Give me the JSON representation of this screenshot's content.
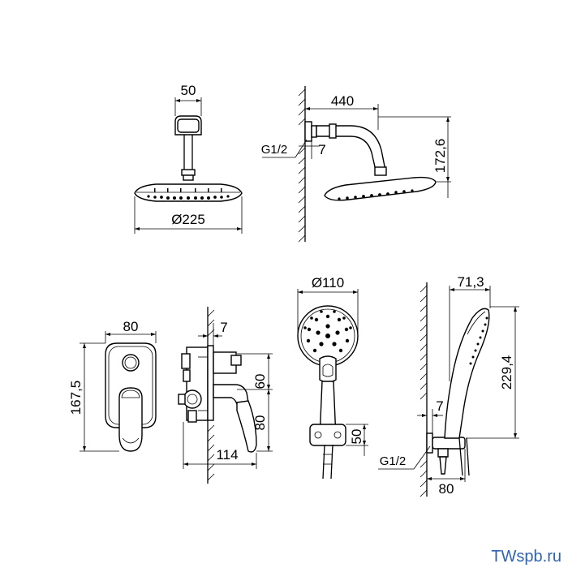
{
  "dimensions": {
    "arm_width": "50",
    "arm_length": "440",
    "head_diameter": "Ø225",
    "thread_top": "G1/2",
    "wall_gap_top": "7",
    "head_height": "172,6",
    "hand_diameter": "Ø110",
    "hand_offset": "71,3",
    "hand_height": "229,4",
    "plate_width": "80",
    "plate_height": "167,5",
    "mixer_gap": "7",
    "mixer_60": "60",
    "mixer_80": "80",
    "mixer_depth": "114",
    "holder_50": "50",
    "wall_gap_hand": "7",
    "thread_hand": "G1/2",
    "bracket_width": "80"
  },
  "watermark": "TWspb.ru"
}
